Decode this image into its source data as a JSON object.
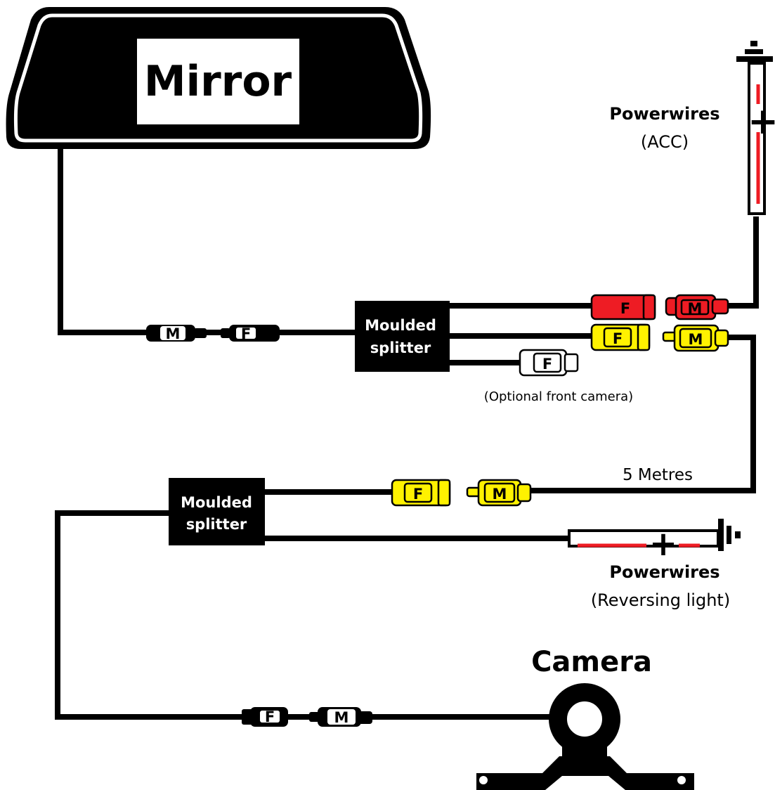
{
  "mirror": {
    "label": "Mirror"
  },
  "splitter_top": {
    "line1": "Moulded",
    "line2": "splitter"
  },
  "splitter_bottom": {
    "line1": "Moulded",
    "line2": "splitter"
  },
  "power_acc": {
    "title": "Powerwires",
    "subtitle": "(ACC)"
  },
  "power_reverse": {
    "title": "Powerwires",
    "subtitle": "(Reversing light)"
  },
  "optional_front": {
    "label": "(Optional front camera)"
  },
  "cable_length": {
    "label": "5 Metres"
  },
  "camera": {
    "label": "Camera"
  },
  "symbols": {
    "plus": "+",
    "minus": "−"
  },
  "connectors": {
    "mirror_m": "M",
    "mirror_f": "F",
    "red_f": "F",
    "red_m": "M",
    "yellow_f": "F",
    "yellow_m": "M",
    "white_f": "F",
    "bottom_yellow_f": "F",
    "bottom_yellow_m": "M",
    "camera_f": "F",
    "camera_m": "M"
  },
  "colors": {
    "red": "#ee1c24",
    "yellow": "#fff200",
    "black": "#000000",
    "white": "#ffffff"
  }
}
